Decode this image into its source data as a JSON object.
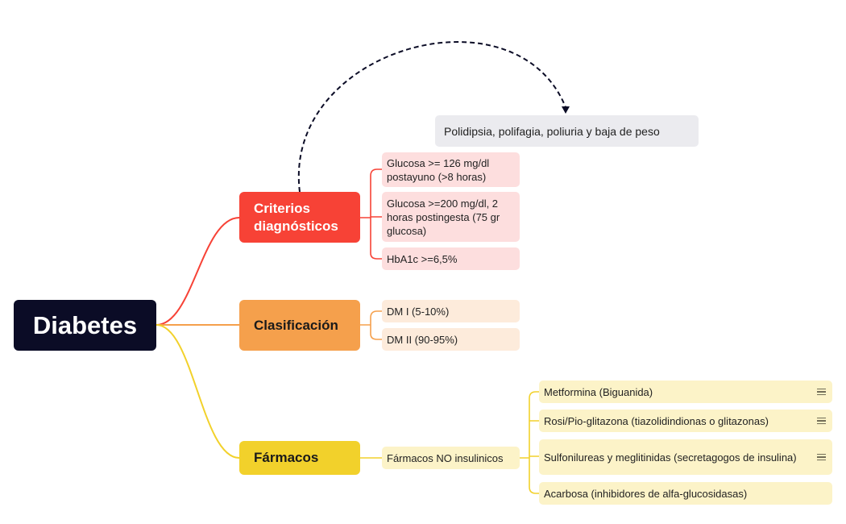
{
  "root": {
    "label": "Diabetes"
  },
  "branches": {
    "criterios": {
      "label": "Criterios diagnósticos",
      "items": [
        "Glucosa >= 126 mg/dl postayuno (>8 horas)",
        "Glucosa >=200 mg/dl, 2 horas postingesta (75 gr glucosa)",
        "HbA1c >=6,5%"
      ]
    },
    "clasificacion": {
      "label": "Clasificación",
      "items": [
        "DM I (5-10%)",
        "DM II (90-95%)"
      ]
    },
    "farmacos": {
      "label": "Fármacos",
      "sub": {
        "label": "Fármacos NO insulinicos",
        "items": [
          "Metformina (Biguanida)",
          "Rosi/Pio-glitazona (tiazolidindionas o glitazonas)",
          "Sulfonilureas y meglitinidas (secretagogos de insulina)",
          "Acarbosa (inhibidores de alfa-glucosidasas)"
        ]
      }
    }
  },
  "note": {
    "label": "Polidipsia, polifagia, poliuria y baja de peso"
  },
  "colors": {
    "root": "#0b0c26",
    "criterios": "#f74236",
    "clasificacion": "#f5a04c",
    "farmacos": "#f2d12b",
    "connector": "#0b0c26"
  },
  "icons": {
    "notes": "notes-lines-icon"
  }
}
